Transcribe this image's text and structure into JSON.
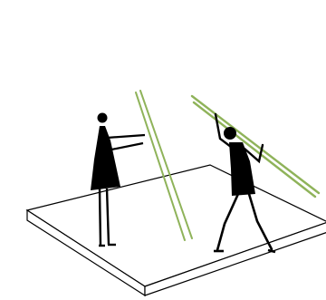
{
  "illustration": {
    "colors": {
      "background": "#ffffff",
      "figure": "#000000",
      "platform_fill": "#ffffff",
      "platform_stroke": "#000000",
      "pole": "#8fb35a"
    },
    "elements": [
      "platform",
      "standing-figure",
      "carrying-figure",
      "leaning-poles",
      "carried-poles"
    ]
  }
}
